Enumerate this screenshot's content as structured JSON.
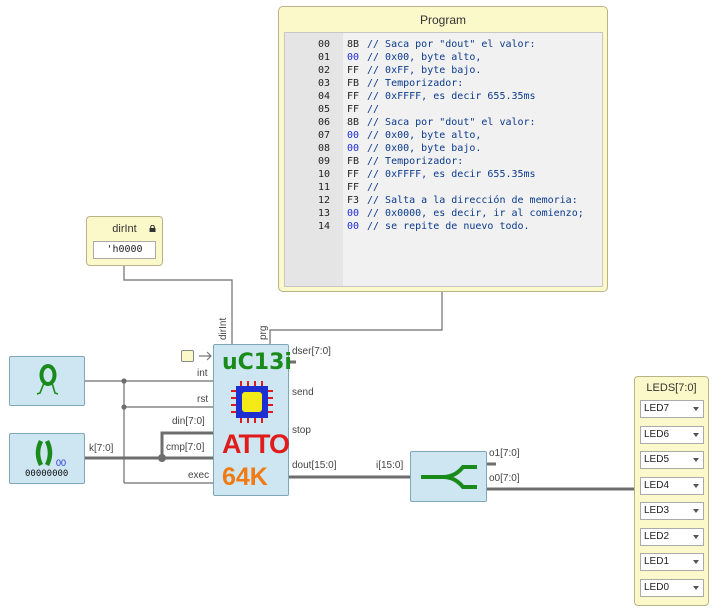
{
  "program": {
    "title": "Program",
    "lines": [
      {
        "n": "00",
        "hex": "8B",
        "c": "// Saca por \"dout\" el valor:",
        "blue": false
      },
      {
        "n": "01",
        "hex": "00",
        "c": "// 0x00, byte alto,",
        "blue": true
      },
      {
        "n": "02",
        "hex": "FF",
        "c": "// 0xFF, byte bajo.",
        "blue": false
      },
      {
        "n": "03",
        "hex": "FB",
        "c": "// Temporizador:",
        "blue": false
      },
      {
        "n": "04",
        "hex": "FF",
        "c": "// 0xFFFF, es decir 655.35ms",
        "blue": false
      },
      {
        "n": "05",
        "hex": "FF",
        "c": "//",
        "blue": false
      },
      {
        "n": "06",
        "hex": "8B",
        "c": "// Saca por \"dout\" el valor:",
        "blue": false
      },
      {
        "n": "07",
        "hex": "00",
        "c": "// 0x00, byte alto,",
        "blue": true
      },
      {
        "n": "08",
        "hex": "00",
        "c": "// 0x00, byte bajo.",
        "blue": true
      },
      {
        "n": "09",
        "hex": "FB",
        "c": "// Temporizador:",
        "blue": false
      },
      {
        "n": "10",
        "hex": "FF",
        "c": "// 0xFFFF, es decir 655.35ms",
        "blue": false
      },
      {
        "n": "11",
        "hex": "FF",
        "c": "//",
        "blue": false
      },
      {
        "n": "12",
        "hex": "F3",
        "c": "// Salta a la dirección de memoria:",
        "blue": false
      },
      {
        "n": "13",
        "hex": "00",
        "c": "// 0x0000, es decir, ir al comienzo;",
        "blue": true
      },
      {
        "n": "14",
        "hex": "00",
        "c": "// se repite de nuevo todo.",
        "blue": true
      }
    ]
  },
  "dirint": {
    "title": "dirInt",
    "value": "'h0000",
    "icon": "lock-icon"
  },
  "input_block": {
    "label": "k[7:0]",
    "value": "00000000",
    "hex": "00"
  },
  "chip": {
    "title_line1": "uC13i",
    "title_line2": "ATTO",
    "title_line3": "64K",
    "top_pins": [
      "dirInt",
      "prg"
    ],
    "left_pins": [
      "int",
      "rst",
      "din[7:0]",
      "cmp[7:0]",
      "exec"
    ],
    "right_pins": [
      "dser[7:0]",
      "send",
      "stop",
      "dout[15:0]"
    ]
  },
  "splitter": {
    "in": "i[15:0]",
    "out1": "o1[7:0]",
    "out0": "o0[7:0]"
  },
  "leds": {
    "title": "LEDS[7:0]",
    "items": [
      "LED7",
      "LED6",
      "LED5",
      "LED4",
      "LED3",
      "LED2",
      "LED1",
      "LED0"
    ]
  },
  "colors": {
    "panel": "#fbf8c9",
    "block": "#cde6f2",
    "wire": "#707070",
    "chip_green": "#1a8a1a",
    "chip_red": "#e01b1b",
    "chip_orange": "#f07a14"
  }
}
